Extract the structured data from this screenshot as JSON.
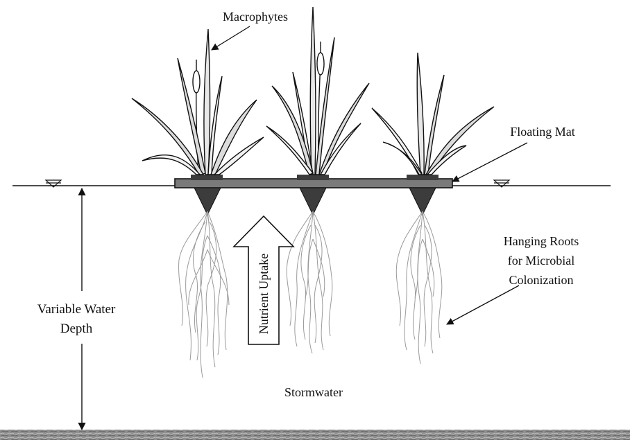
{
  "labels": {
    "macrophytes": "Macrophytes",
    "floating_mat": "Floating Mat",
    "hanging_roots_line1": "Hanging Roots",
    "hanging_roots_line2": "for Microbial",
    "hanging_roots_line3": "Colonization",
    "water_depth_line1": "Variable Water",
    "water_depth_line2": "Depth",
    "nutrient_uptake": "Nutrient Uptake",
    "stormwater": "Stormwater"
  },
  "colors": {
    "mat": "#7a7a7a",
    "plug": "#3c3c3c",
    "sediment": "#8e8e8e",
    "line": "#111111"
  }
}
